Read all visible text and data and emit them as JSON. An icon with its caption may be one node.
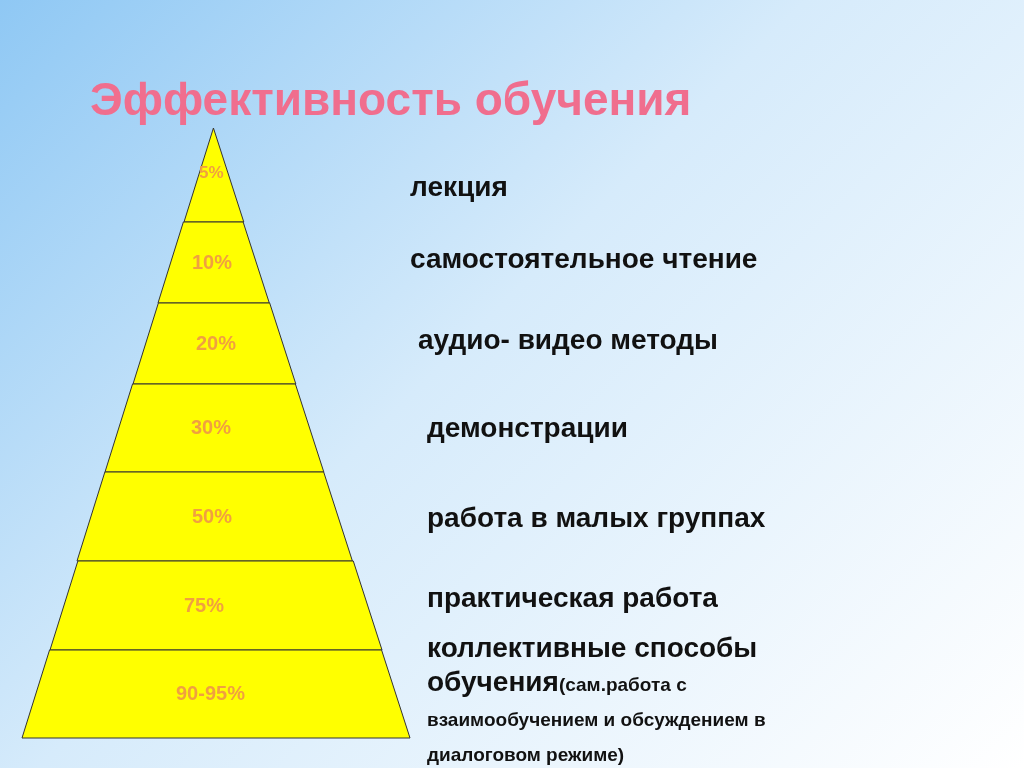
{
  "diagram": {
    "title": "Эффективность обучения",
    "nodes": [
      {
        "text": [
          "5%"
        ]
      },
      {
        "text": [
          "10%"
        ]
      },
      {
        "text": [
          "20%"
        ]
      },
      {
        "text": [
          "30%"
        ]
      },
      {
        "text": [
          "50%"
        ]
      },
      {
        "text": [
          "75%"
        ]
      },
      {
        "text": [
          "90-95%"
        ]
      }
    ],
    "labels": [
      "лекция",
      "самостоятельное чтение",
      "аудио- видео методы",
      "демонстрации",
      "работа в малых группах",
      "практическая работа",
      "коллективные способы обучения",
      "(сам.работа с взаимообучением и обсуждением в диалоговом режиме)"
    ]
  }
}
